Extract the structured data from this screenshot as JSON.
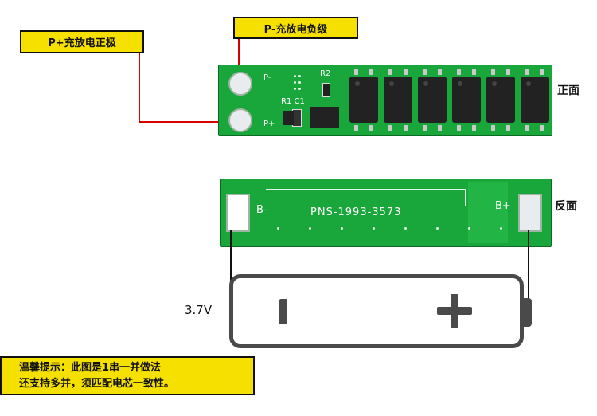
{
  "labels": {
    "p_plus": "P+充放电正极",
    "p_minus": "P-充放电负级",
    "front": "正面",
    "back": "反面",
    "voltage": "3.7V"
  },
  "front_board": {
    "silk_p_minus": "P-",
    "silk_p_plus": "P+",
    "silk_r1c1": "R1 C1",
    "silk_r2": "R2"
  },
  "back_board": {
    "silk_b_minus": "B-",
    "silk_b_plus": "B+",
    "silk_part": "PNS-1993-3573"
  },
  "battery": {
    "minus_symbol": "−",
    "plus_symbol": "+"
  },
  "notice": {
    "line1": "温馨提示：此图是1串一并做法",
    "line2": "还支持多并，须匹配电芯一致性。"
  },
  "colors": {
    "label_bg": "#f5e000",
    "pcb": "#19a63a",
    "wire": "#d50000",
    "battery_outline": "#4a4a4a"
  }
}
